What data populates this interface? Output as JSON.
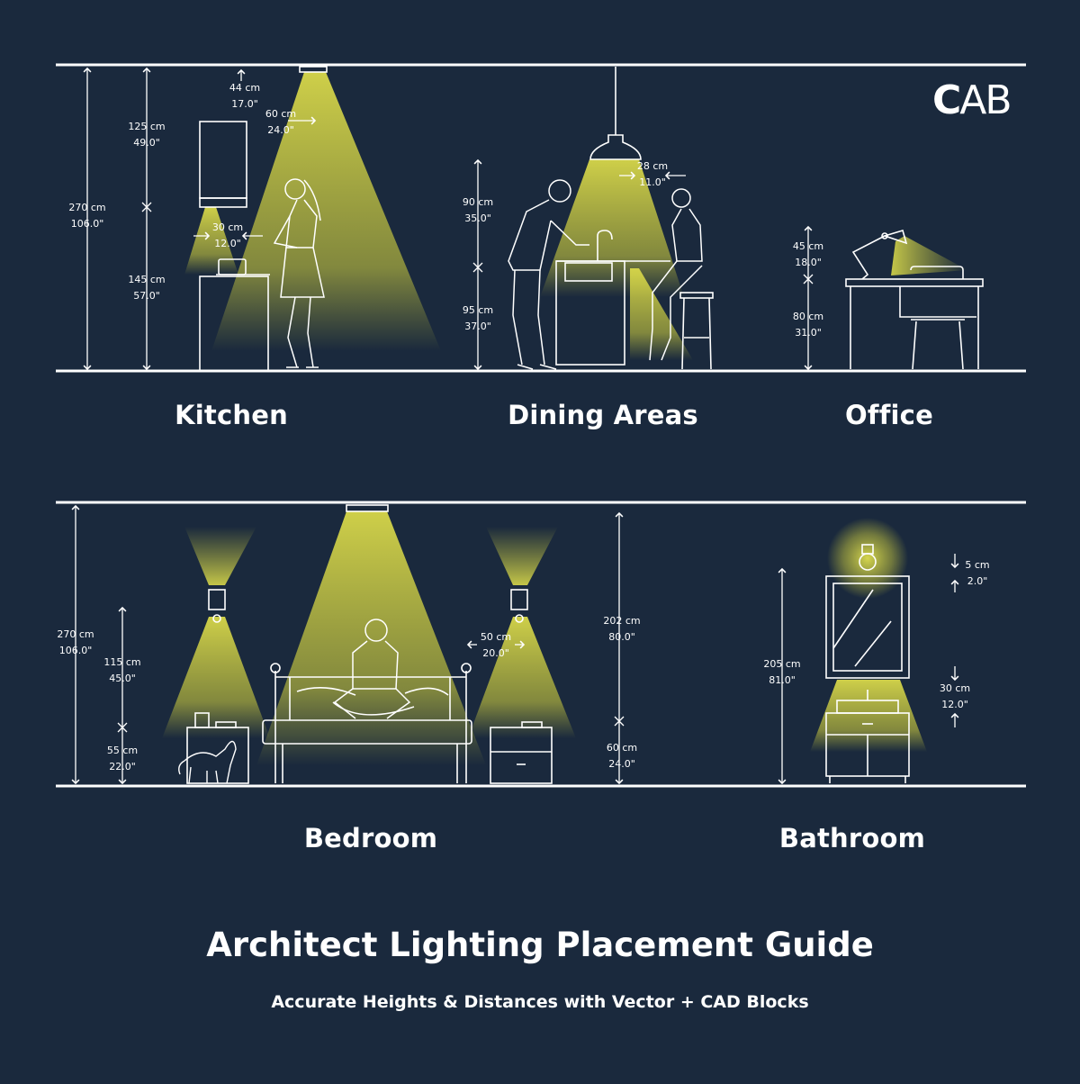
{
  "brand": {
    "logo_bold": "C",
    "logo_light": "AB"
  },
  "rooms": {
    "kitchen": "Kitchen",
    "dining": "Dining Areas",
    "office": "Office",
    "bedroom": "Bedroom",
    "bathroom": "Bathroom"
  },
  "measurements": {
    "kitchen_total_cm": "270 cm",
    "kitchen_total_in": "106.0\"",
    "kitchen_upper_cm": "125 cm",
    "kitchen_upper_in": "49.0\"",
    "kitchen_lower_cm": "145 cm",
    "kitchen_lower_in": "57.0\"",
    "kitchen_fixture_cm": "44 cm",
    "kitchen_fixture_in": "17.0\"",
    "kitchen_offset_cm": "60 cm",
    "kitchen_offset_in": "24.0\"",
    "kitchen_undercab_cm": "30 cm",
    "kitchen_undercab_in": "12.0\"",
    "dining_upper_cm": "90 cm",
    "dining_upper_in": "35.0\"",
    "dining_lower_cm": "95 cm",
    "dining_lower_in": "37.0\"",
    "dining_pendant_cm": "28 cm",
    "dining_pendant_in": "11.0\"",
    "office_lamp_cm": "45 cm",
    "office_lamp_in": "18.0\"",
    "office_desk_cm": "80 cm",
    "office_desk_in": "31.0\"",
    "bedroom_total_cm": "270 cm",
    "bedroom_total_in": "106.0\"",
    "bedroom_sconce_cm": "115 cm",
    "bedroom_sconce_in": "45.0\"",
    "bedroom_nightstand_cm": "55 cm",
    "bedroom_nightstand_in": "22.0\"",
    "bedroom_offset_cm": "50 cm",
    "bedroom_offset_in": "20.0\"",
    "bedroom_upper_cm": "202 cm",
    "bedroom_upper_in": "80.0\"",
    "bedroom_lower_cm": "60 cm",
    "bedroom_lower_in": "24.0\"",
    "bath_total_cm": "205 cm",
    "bath_total_in": "81.0\"",
    "bath_top_cm": "5 cm",
    "bath_top_in": "2.0\"",
    "bath_vanity_cm": "30 cm",
    "bath_vanity_in": "12.0\""
  },
  "title": "Architect Lighting Placement Guide",
  "subtitle": "Accurate Heights & Distances with Vector + CAD Blocks",
  "colors": {
    "background": "#1a293d",
    "line": "#ffffff",
    "light": "#d8d84a"
  }
}
